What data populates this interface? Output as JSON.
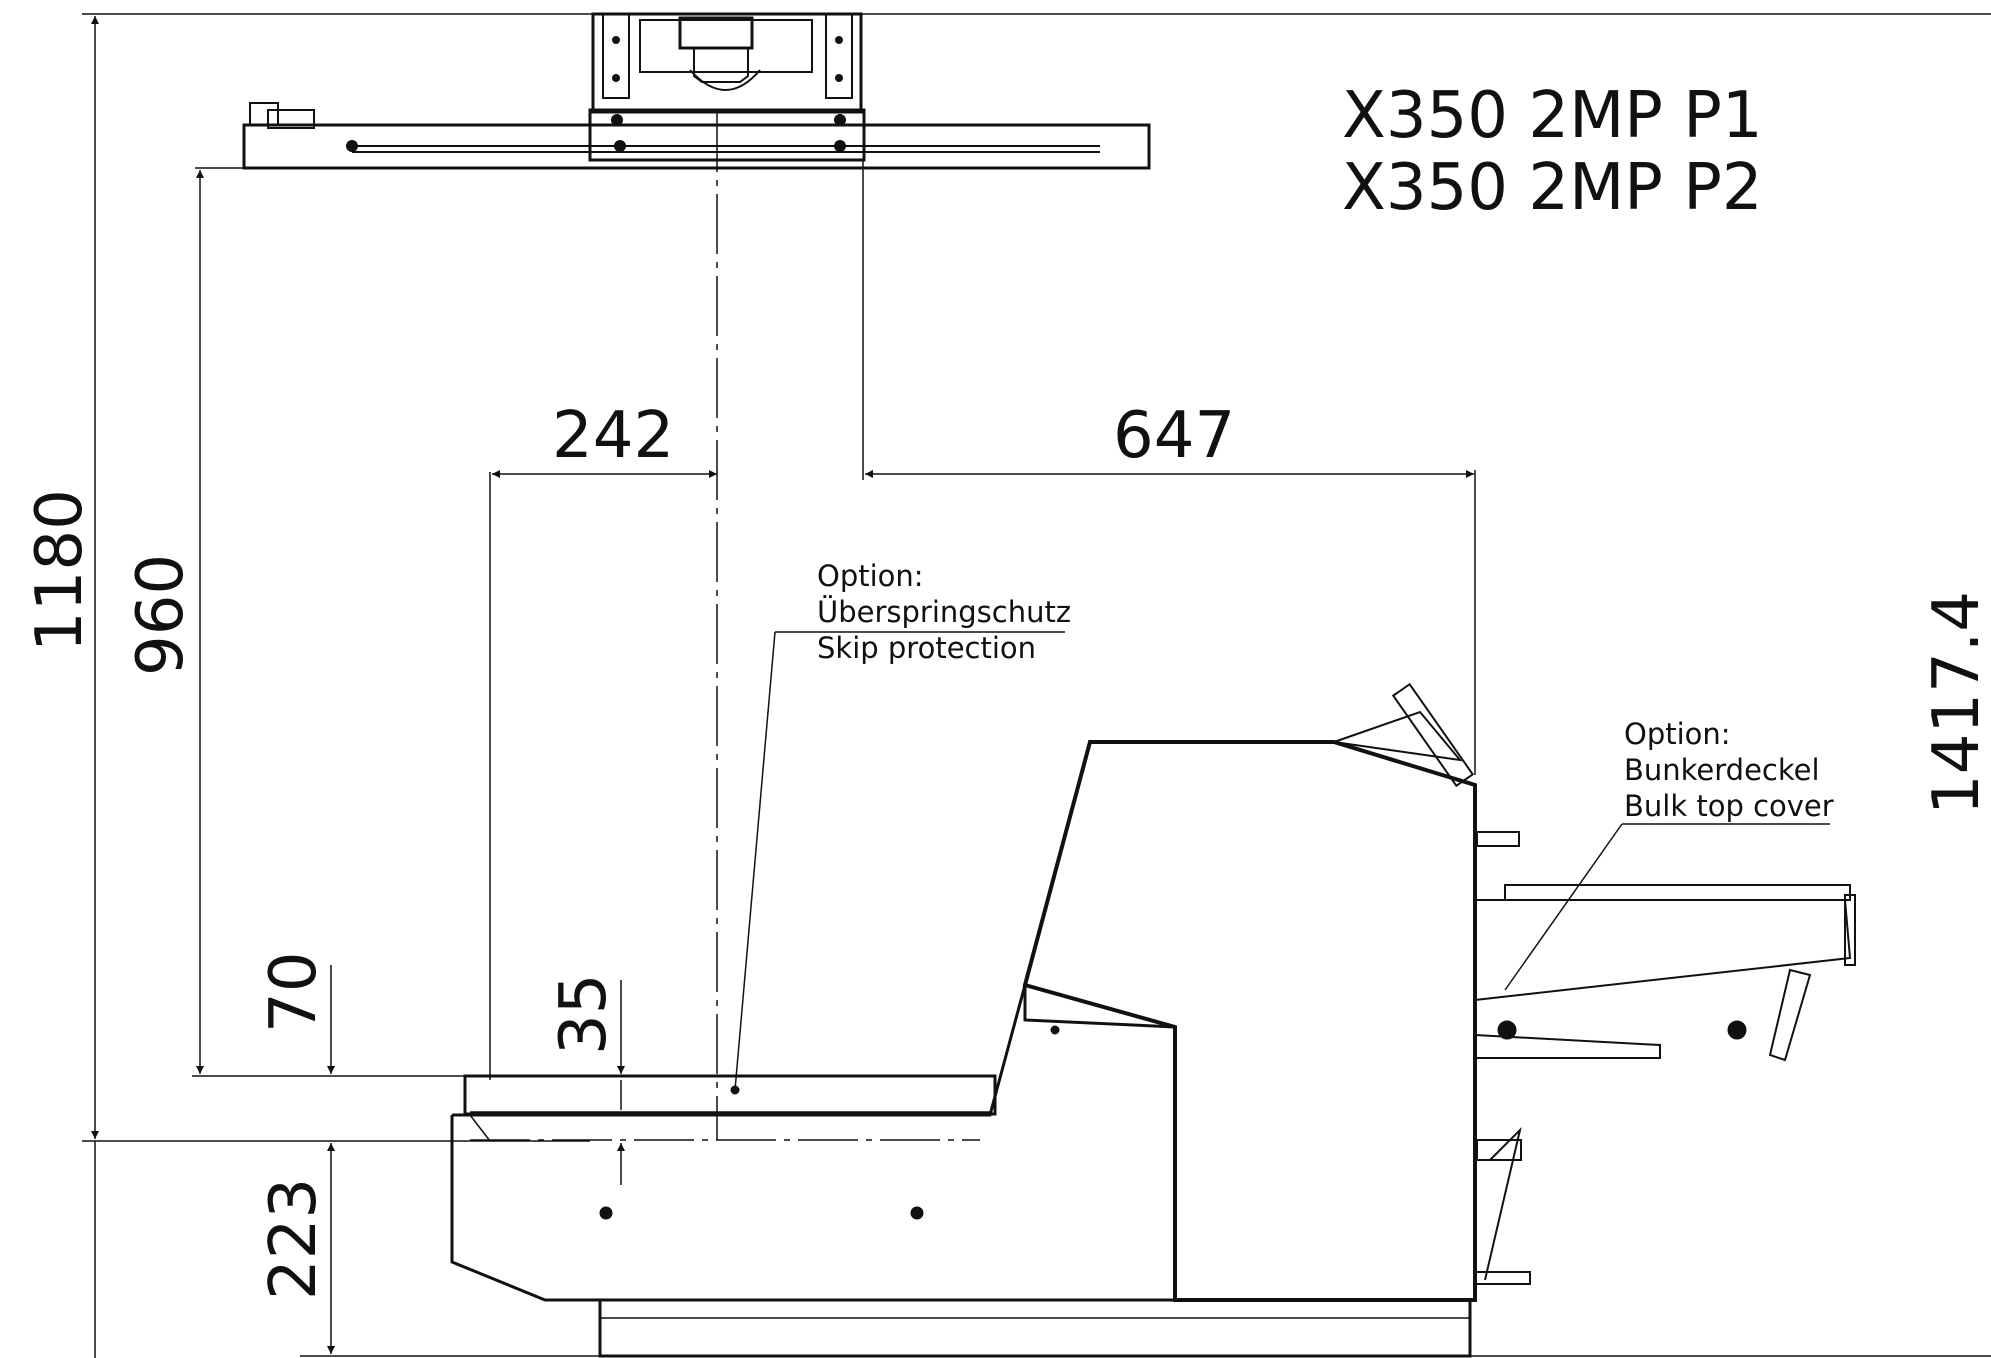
{
  "titles": [
    "X350 2MP P1",
    "X350 2MP P2"
  ],
  "dimensions": {
    "d1180": "1180",
    "d960": "960",
    "d242": "242",
    "d647": "647",
    "d70": "70",
    "d35": "35",
    "d223": "223",
    "d1417": "1417.4"
  },
  "notes": {
    "skip": [
      "Option:",
      "Überspringschutz",
      "Skip protection"
    ],
    "bulk": [
      "Option:",
      "Bunkerdeckel",
      "Bulk top cover"
    ]
  }
}
